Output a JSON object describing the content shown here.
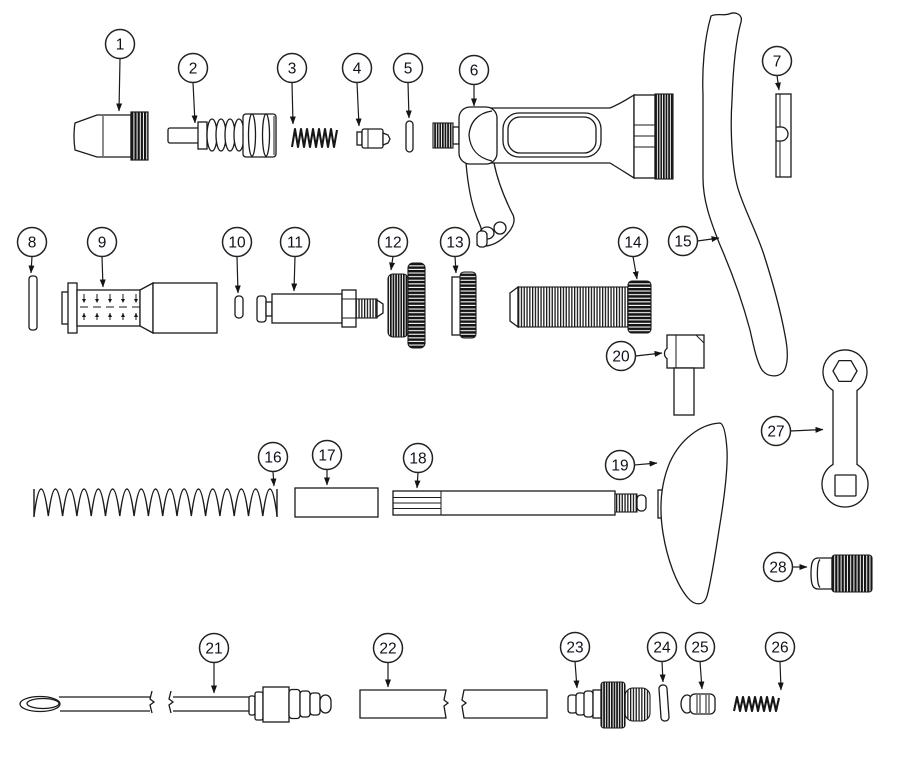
{
  "diagram": {
    "background": "#ffffff",
    "line_color": "#1a1a1a",
    "dark_fill": "#141414",
    "callouts": [
      "1",
      "2",
      "3",
      "4",
      "5",
      "6",
      "7",
      "8",
      "9",
      "10",
      "11",
      "12",
      "13",
      "14",
      "15",
      "16",
      "17",
      "18",
      "19",
      "20",
      "21",
      "22",
      "23",
      "24",
      "25",
      "26",
      "27",
      "28"
    ]
  }
}
